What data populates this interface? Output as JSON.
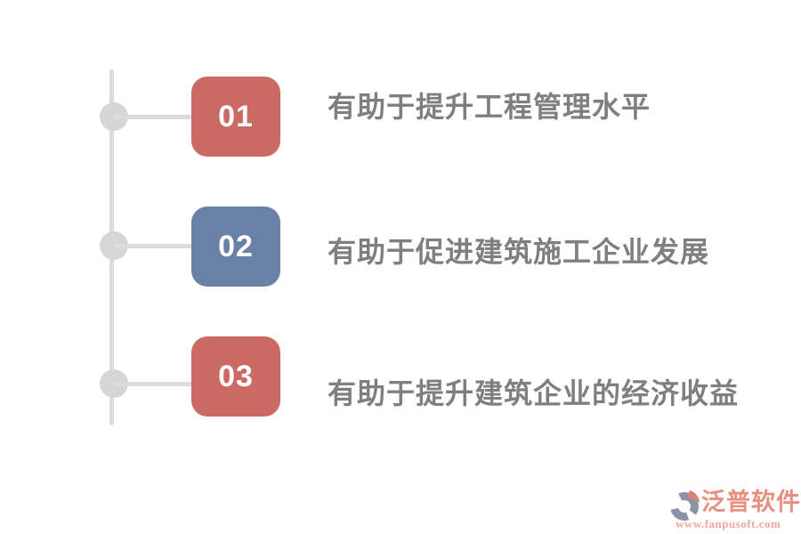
{
  "page": {
    "background_color": "#ffffff"
  },
  "timeline": {
    "line_color": "#dcdcdc",
    "node_color": "#d6d6d6",
    "label_color": "#7f7f7f",
    "items": [
      {
        "number": "01",
        "label": "有助于提升工程管理水平",
        "box_color": "#cb6a63"
      },
      {
        "number": "02",
        "label": "有助于促进建筑施工企业发展",
        "box_color": "#6a80a5"
      },
      {
        "number": "03",
        "label": "有助于提升建筑企业的经济收益",
        "box_color": "#cb6a63"
      }
    ]
  },
  "footer_logo": {
    "icon": "fanpu-swirl-icon",
    "brand_name": "泛普软件",
    "website": "www.fanpusoft.com",
    "brand_color": "#e8907f",
    "url_color": "#efa79b",
    "icon_gray": "#8a93a8",
    "icon_accent": "#dd8272"
  }
}
